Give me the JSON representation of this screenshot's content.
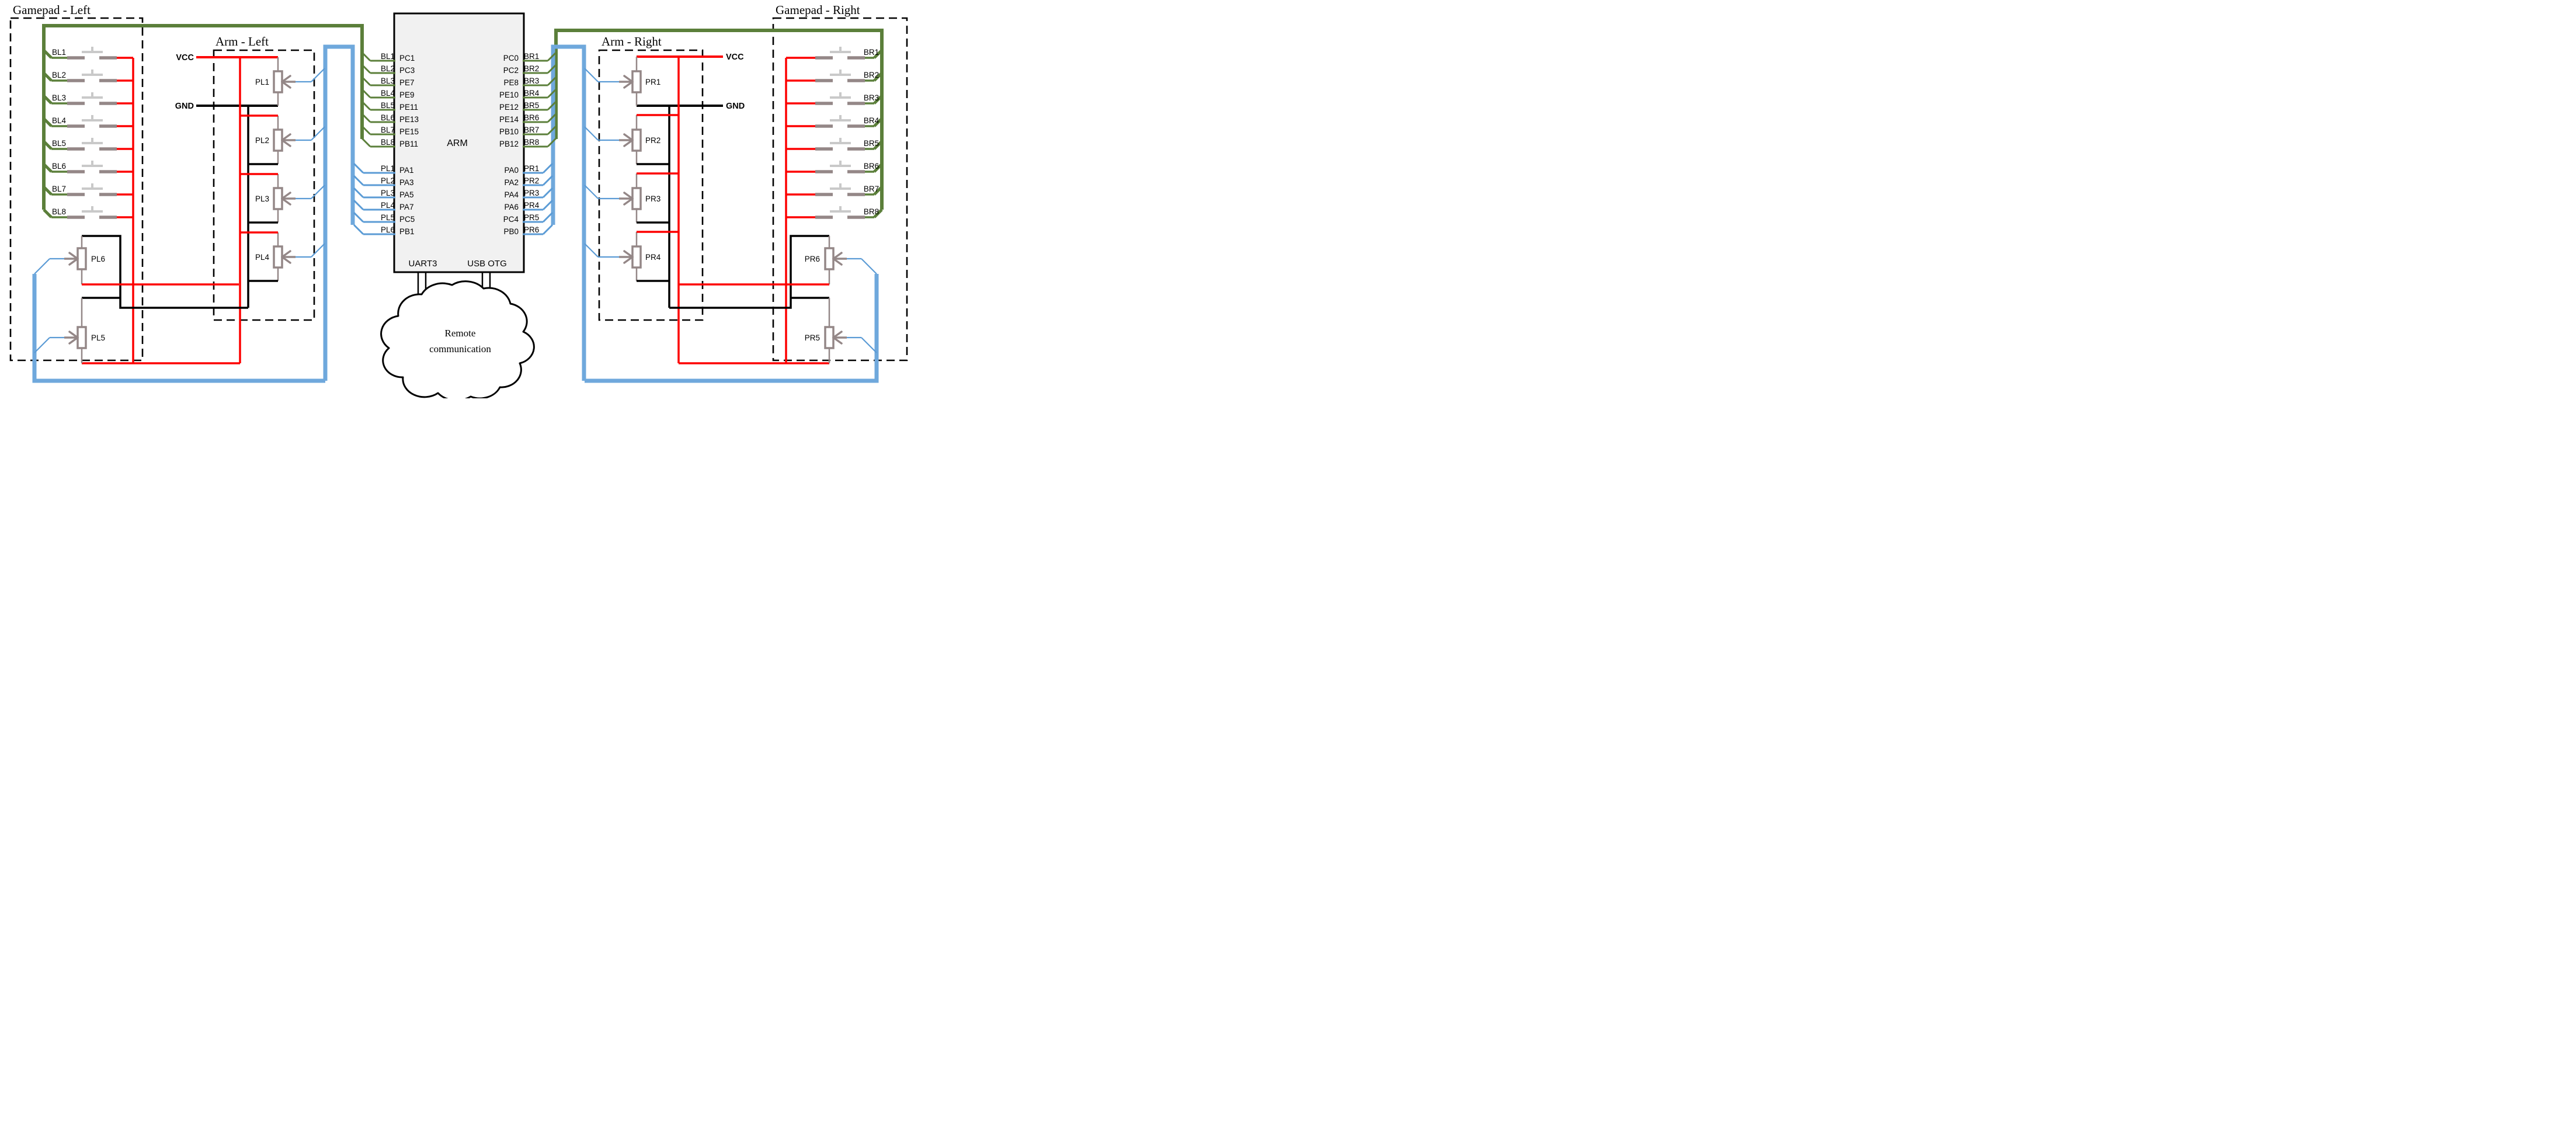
{
  "diagram": {
    "titles": {
      "gamepad_left": "Gamepad - Left",
      "arm_left": "Arm - Left",
      "arm_right": "Arm - Right",
      "gamepad_right": "Gamepad - Right"
    },
    "arm_chip": {
      "label": "ARM",
      "uart_label": "UART3",
      "usb_label": "USB OTG"
    },
    "cloud": {
      "line1": "Remote",
      "line2": "communication"
    },
    "power": {
      "vcc": "VCC",
      "gnd": "GND"
    },
    "left_pins_top": [
      "PC1",
      "PC3",
      "PE7",
      "PE9",
      "PE11",
      "PE13",
      "PE15",
      "PB11"
    ],
    "left_pins_bottom": [
      "PA1",
      "PA3",
      "PA5",
      "PA7",
      "PC5",
      "PB1"
    ],
    "right_pins_top": [
      "PC0",
      "PC2",
      "PE8",
      "PE10",
      "PE12",
      "PE14",
      "PB10",
      "PB12"
    ],
    "right_pins_bottom": [
      "PA0",
      "PA2",
      "PA4",
      "PA6",
      "PC4",
      "PB0"
    ],
    "left_buttons": [
      "BL1",
      "BL2",
      "BL3",
      "BL4",
      "BL5",
      "BL6",
      "BL7",
      "BL8"
    ],
    "right_buttons": [
      "BR1",
      "BR2",
      "BR3",
      "BR4",
      "BR5",
      "BR6",
      "BR7",
      "BR8"
    ],
    "left_pots_arm": [
      "PL1",
      "PL2",
      "PL3",
      "PL4"
    ],
    "left_pots_gamepad": [
      "PL6",
      "PL5"
    ],
    "right_pots_arm": [
      "PR1",
      "PR2",
      "PR3",
      "PR4"
    ],
    "right_pots_gamepad": [
      "PR6",
      "PR5"
    ],
    "colors": {
      "button_net_green": "#5b7f3a",
      "vcc_red": "#fd0000",
      "gnd_black": "#000000",
      "analog_bus_blue": "#6fa8dc",
      "analog_wire_blue": "#5b9bd5",
      "component_gray": "#948787",
      "actuator_gray": "#c9c9c9",
      "chip_fill": "#f1f1f1"
    }
  }
}
